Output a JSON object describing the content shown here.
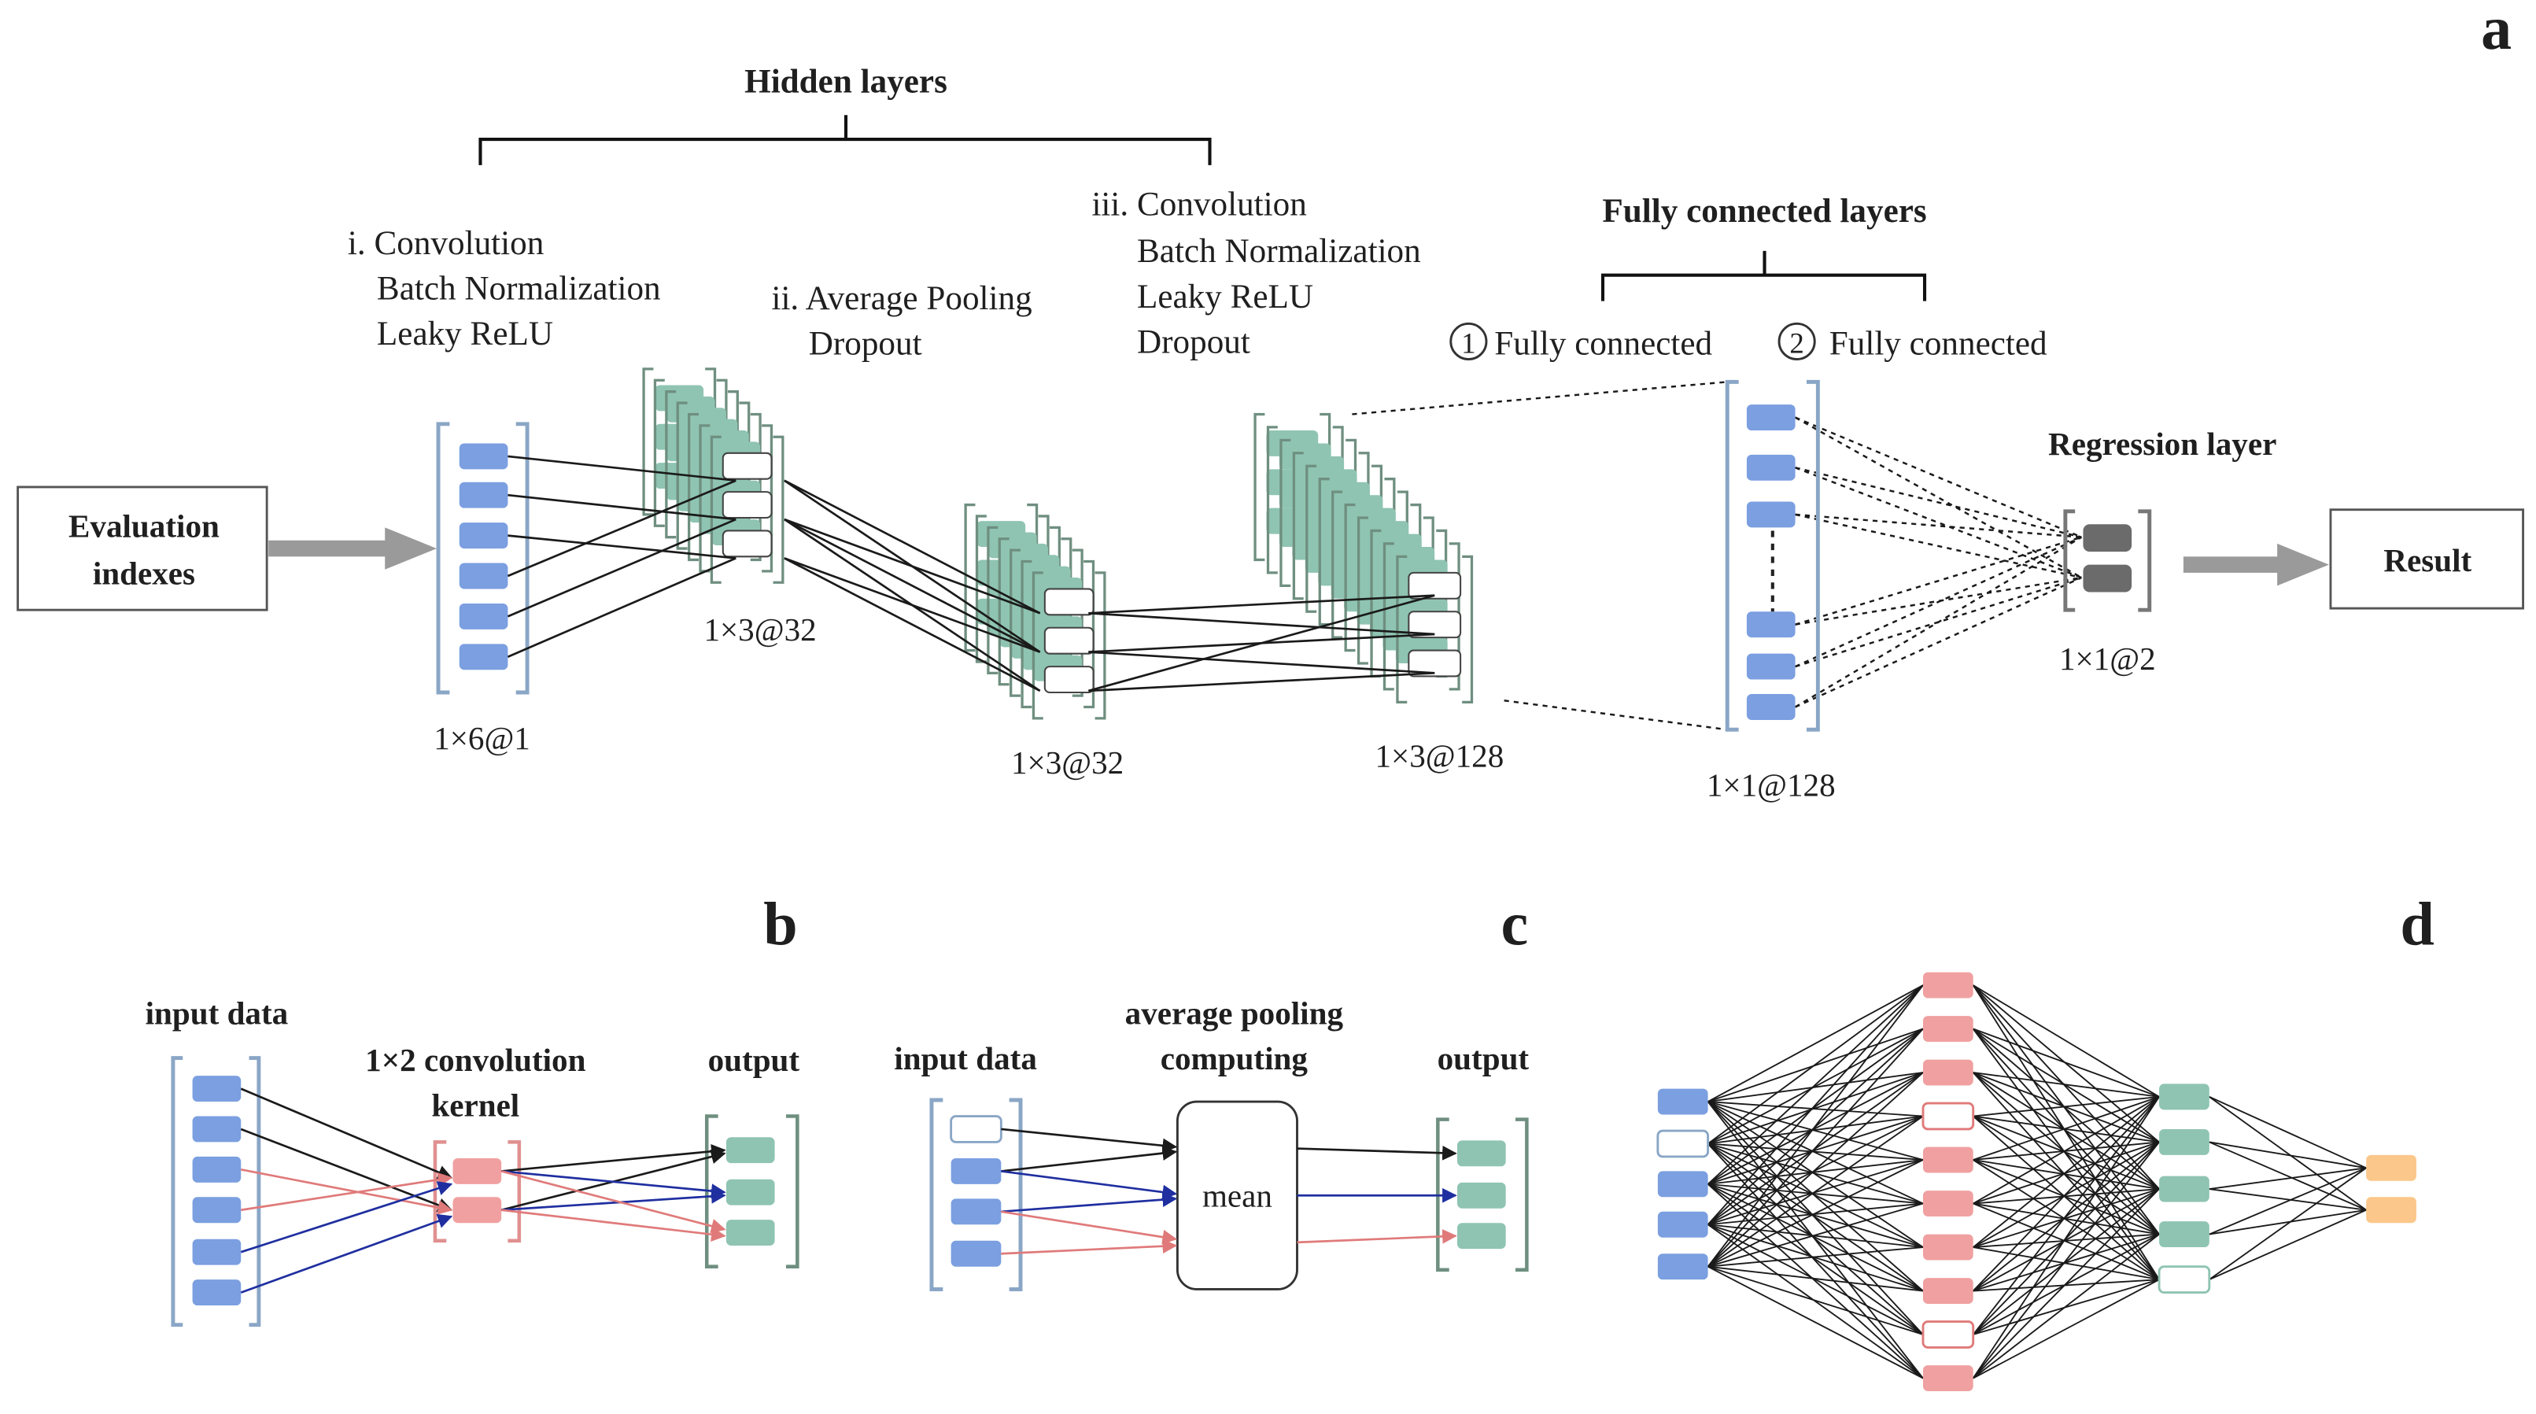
{
  "panels": {
    "a": "a",
    "b": "b",
    "c": "c",
    "d": "d"
  },
  "panel_a": {
    "input_box": {
      "line1": "Evaluation",
      "line2": "indexes"
    },
    "result_box": "Result",
    "hidden_layers_title": "Hidden layers",
    "stage1": {
      "line1": "i. Convolution",
      "line2": "Batch Normalization",
      "line3": "Leaky ReLU"
    },
    "stage2": {
      "line1": "ii. Average Pooling",
      "line2": "Dropout"
    },
    "stage3": {
      "line1": "iii. Convolution",
      "line2": "Batch Normalization",
      "line3": "Leaky ReLU",
      "line4": "Dropout"
    },
    "fc_title": "Fully connected layers",
    "fc1": {
      "num": "1",
      "label": "Fully connected"
    },
    "fc2": {
      "num": "2",
      "label": "Fully connected"
    },
    "regression_title": "Regression  layer",
    "dims": {
      "input": "1×6@1",
      "conv1": "1×3@32",
      "pool": "1×3@32",
      "conv2": "1×3@128",
      "fc": "1×1@128",
      "regression": "1×1@2"
    }
  },
  "panel_b": {
    "input_label": "input data",
    "kernel_label_1": "1×2 convolution",
    "kernel_label_2": "kernel",
    "output_label": "output"
  },
  "panel_c": {
    "input_label": "input data",
    "pool_label_1": "average pooling",
    "pool_label_2": "computing",
    "mean_label": "mean",
    "output_label": "output"
  },
  "colors": {
    "blue_node": "#7b9fe0",
    "teal_node": "#8fc4b2",
    "red_node": "#f0a0a0",
    "orange_node": "#fbc78a",
    "gray_node": "#6b6b6b",
    "bracket_blue": "#8aa6c6",
    "arrow_gray": "#9a9a9a"
  }
}
